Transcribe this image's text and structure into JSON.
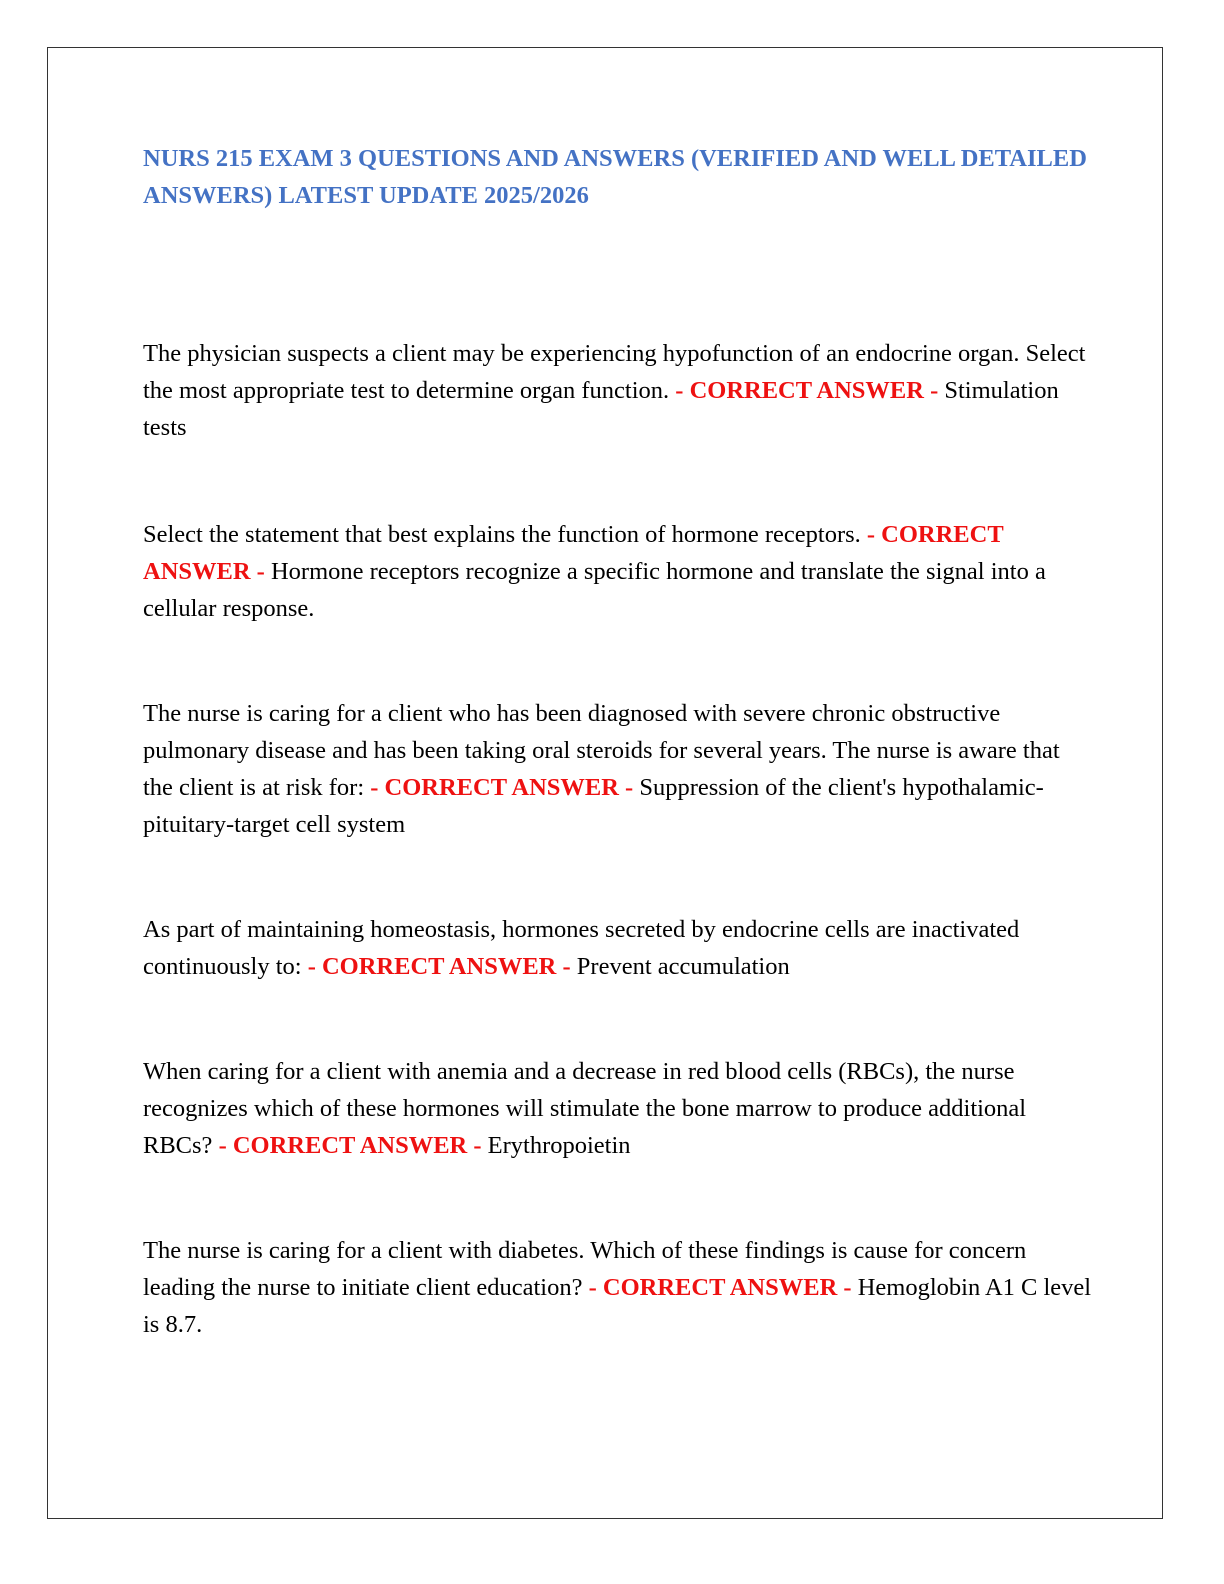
{
  "document": {
    "title": "NURS 215 EXAM 3 QUESTIONS AND ANSWERS (VERIFIED AND WELL DETAILED ANSWERS) LATEST UPDATE 2025/2026",
    "answer_marker": "- CORRECT ANSWER -",
    "questions": [
      {
        "question": "The physician suspects a client may be experiencing hypofunction of an endocrine organ. Select the most appropriate test to determine organ function.",
        "answer": "Stimulation tests"
      },
      {
        "question": "Select the statement that best explains the function of hormone receptors.",
        "answer": "Hormone receptors recognize a specific hormone and translate the signal into a cellular response."
      },
      {
        "question": "The nurse is caring for a client who has been diagnosed with severe chronic obstructive pulmonary disease and has been taking oral steroids for several years. The nurse is aware that the client is at risk for:",
        "answer": "Suppression of the client's hypothalamic-pituitary-target cell system"
      },
      {
        "question": "As part of maintaining homeostasis, hormones secreted by endocrine cells are inactivated continuously to:",
        "answer": "Prevent accumulation"
      },
      {
        "question": "When caring for a client with anemia and a decrease in red blood cells (RBCs), the nurse recognizes which of these hormones will stimulate the bone marrow to produce additional RBCs?",
        "answer": "Erythropoietin"
      },
      {
        "question": "The nurse is caring for a client with diabetes. Which of these findings is cause for concern leading the nurse to initiate client education?",
        "answer": "Hemoglobin A1 C level is 8.7."
      }
    ]
  },
  "colors": {
    "title": "#4472c4",
    "marker": "#ee1111",
    "body_text": "#000000",
    "frame": "#333333"
  }
}
